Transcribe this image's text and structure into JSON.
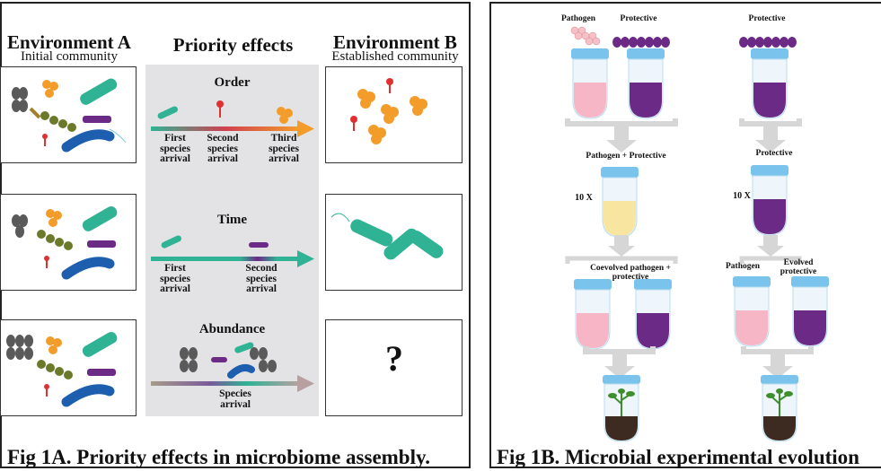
{
  "panel_a": {
    "env_a_title": "Environment A",
    "env_a_subtitle": "Initial community",
    "priority_title": "Priority effects",
    "env_b_title": "Environment B",
    "env_b_subtitle": "Established community",
    "rows": [
      {
        "title": "Order",
        "labels": [
          [
            "First",
            "species",
            "arrival"
          ],
          [
            "Second",
            "species",
            "arrival"
          ],
          [
            "Third",
            "species",
            "arrival"
          ]
        ]
      },
      {
        "title": "Time",
        "labels": [
          [
            "First",
            "species",
            "arrival"
          ],
          [
            "Second",
            "species",
            "arrival"
          ]
        ]
      },
      {
        "title": "Abundance",
        "labels": [
          [
            "Species",
            "arrival"
          ]
        ]
      }
    ],
    "question_mark": "?",
    "caption": "Fig 1A. Priority effects in microbiome assembly."
  },
  "panel_b": {
    "left_top_labels": [
      "Pathogen",
      "Protective"
    ],
    "right_top_label": "Protective",
    "left_mix_label": "Pathogen + Protective",
    "right_mix_label": "Protective",
    "left_times": "10 X",
    "right_times": "10 X",
    "left_coevolved_label": "Coevolved pathogen + protective",
    "right_pathogen_label": "Pathogen",
    "right_evolved_label": "Evolved protective",
    "caption": "Fig 1B. Microbial experimental evolution"
  },
  "colors": {
    "teal": "#2fb394",
    "purple": "#6b2a86",
    "pink": "#f6b6c6",
    "yellow": "#f8e6a0",
    "orange": "#f39c2a",
    "blue_cap": "#79c3ec",
    "grey_arrow": "#d6d6d6",
    "soil": "#3d2a20"
  }
}
